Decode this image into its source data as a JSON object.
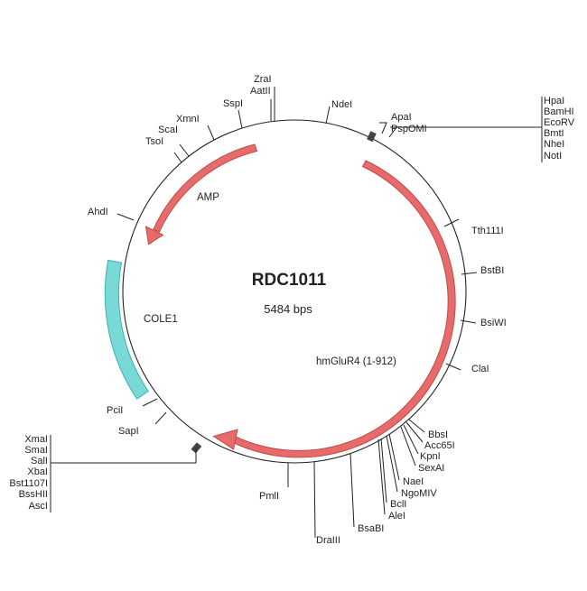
{
  "plasmid": {
    "name": "RDC1011",
    "size_label": "5484 bps"
  },
  "colors": {
    "backbone": "#222222",
    "gene_arrow": "#e86b6b",
    "gene_arrow_stroke": "#c24a4a",
    "ori_feature": "#79d9d6",
    "ori_feature_stroke": "#3bb3b0",
    "marker": "#444444"
  },
  "features": [
    {
      "name": "AMP",
      "type": "gene",
      "icon": "arrow-ccw"
    },
    {
      "name": "hmGluR4 (1-912)",
      "type": "gene",
      "icon": "arrow-cw"
    },
    {
      "name": "COLE1",
      "type": "origin",
      "icon": "band"
    }
  ],
  "sites": {
    "ZraI": "ZraI",
    "AatII": "AatII",
    "SspI": "SspI",
    "XmnI": "XmnI",
    "ScaI": "ScaI",
    "TsoI": "TsoI",
    "AhdI": "AhdI",
    "NdeI": "NdeI",
    "ApaI": "ApaI",
    "PspOMI": "PspOMI",
    "Tth111I": "Tth111I",
    "BstBI": "BstBI",
    "BsiWI": "BsiWI",
    "ClaI": "ClaI",
    "BbsI": "BbsI",
    "Acc65I": "Acc65I",
    "KpnI": "KpnI",
    "SexAI": "SexAI",
    "NaeI": "NaeI",
    "NgoMIV": "NgoMIV",
    "BclI": "BclI",
    "AleI": "AleI",
    "BsaBI": "BsaBI",
    "DraIII": "DraIII",
    "PmlI": "PmlI",
    "PciI": "PciI",
    "SapI": "SapI"
  },
  "mcs_right": [
    "HpaI",
    "BamHI",
    "EcoRV",
    "BmtI",
    "NheI",
    "NotI"
  ],
  "mcs_left": [
    "XmaI",
    "SmaI",
    "SalI",
    "XbaI",
    "Bst1107I",
    "BssHII",
    "AscI"
  ]
}
